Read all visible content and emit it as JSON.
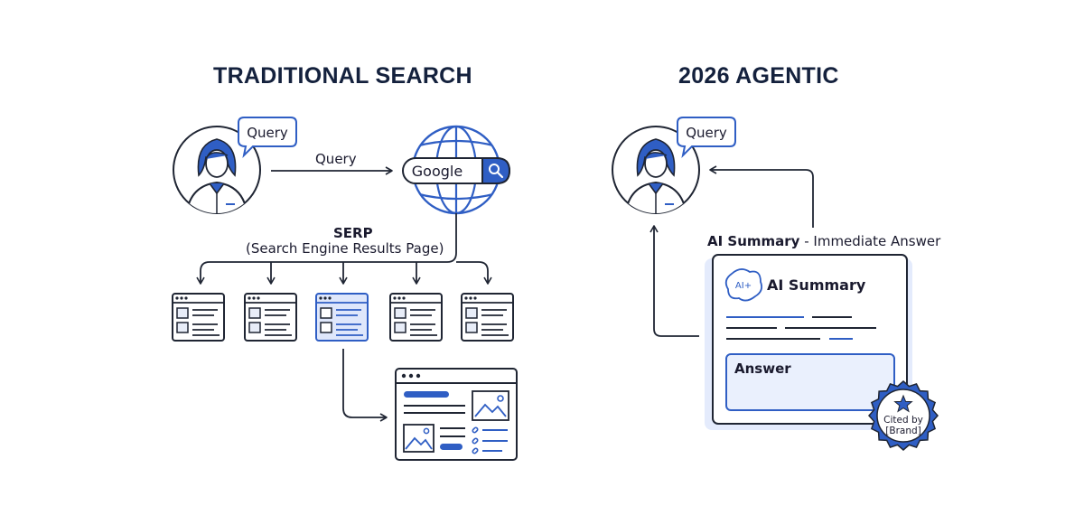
{
  "left": {
    "title": "TRADITIONAL SEARCH",
    "query_bubble": "Query",
    "arrow_label": "Query",
    "search_brand": "Google",
    "serp_title": "SERP",
    "serp_subtitle": "(Search Engine Results Page)"
  },
  "right": {
    "title": "2026 AGENTIC",
    "query_bubble": "Query",
    "summary_label_bold": "AI Summary",
    "summary_label_rest": " - Immediate Answer",
    "card_icon_text": "AI+",
    "card_title": "AI Summary",
    "answer_label": "Answer",
    "badge_line1": "Cited by",
    "badge_line2": "[Brand]"
  },
  "colors": {
    "navy": "#14213d",
    "blue": "#2f5ec4",
    "light_blue": "#dfe7fb",
    "line": "#1f2533"
  }
}
